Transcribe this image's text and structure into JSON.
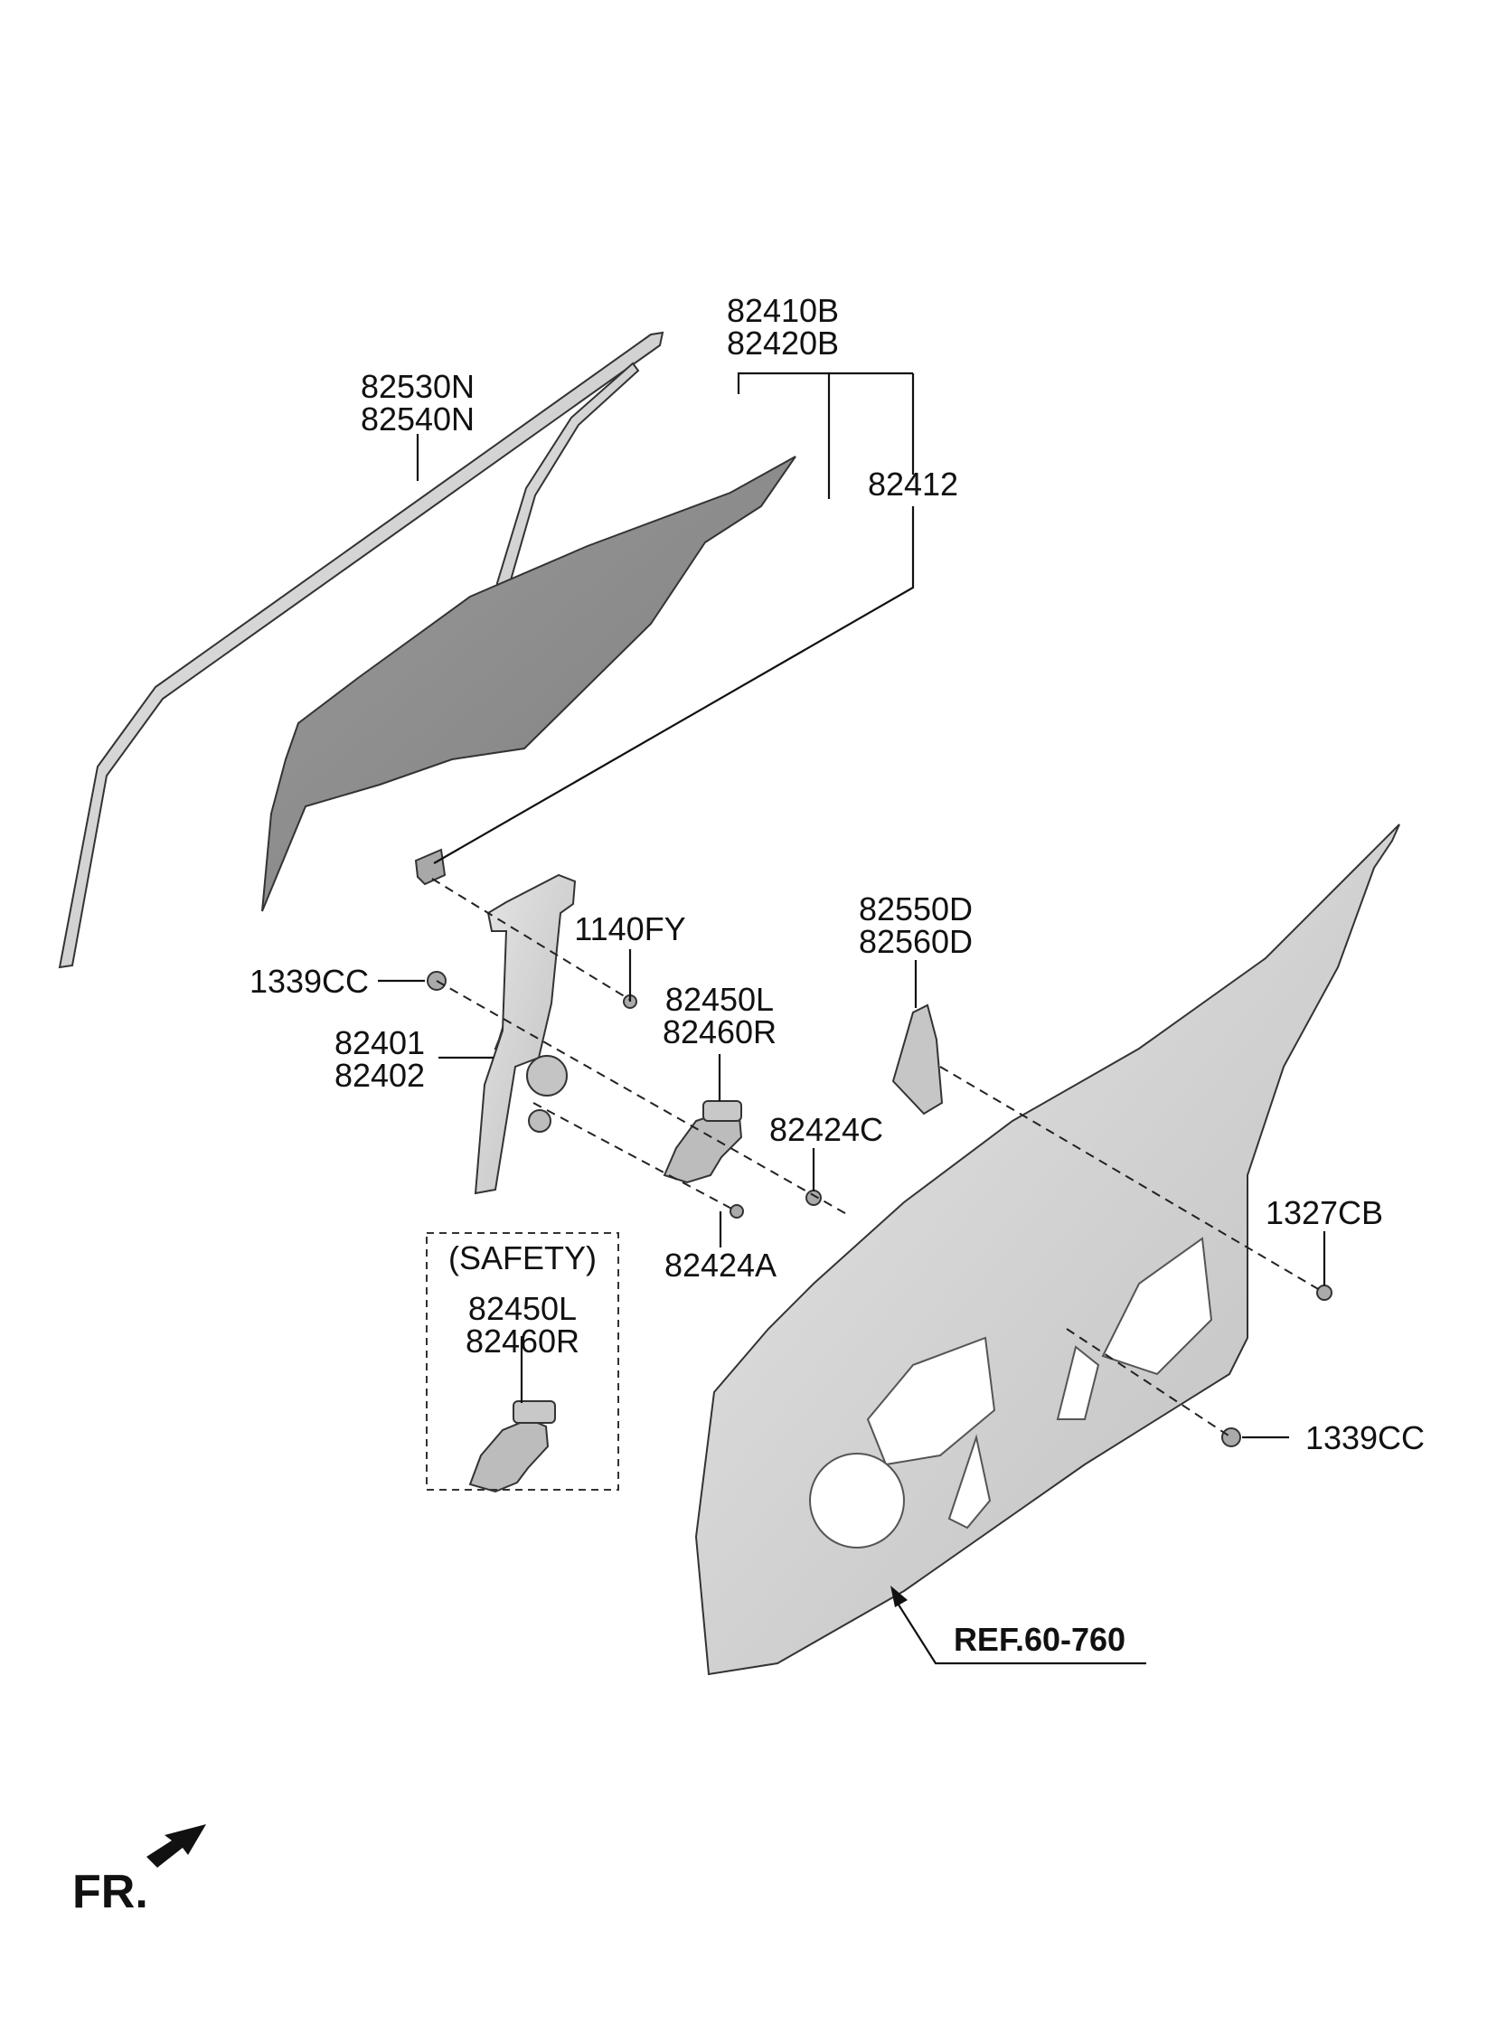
{
  "labels": {
    "glass_upper": "82410B",
    "glass_lower": "82420B",
    "glass_sub": "82412",
    "channel_upper": "82530N",
    "channel_lower": "82540N",
    "bolt_1140": "1140FY",
    "grommet_left": "1339CC",
    "regulator_upper": "82401",
    "regulator_lower": "82402",
    "motor_upper": "82450L",
    "motor_lower": "82460R",
    "bolt_c": "82424C",
    "bolt_a": "82424A",
    "safety_title": "(SAFETY)",
    "safety_motor_upper": "82450L",
    "safety_motor_lower": "82460R",
    "guide_upper": "82550D",
    "guide_lower": "82560D",
    "clip_1327": "1327CB",
    "grommet_right": "1339CC",
    "reference": "REF.60-760",
    "front_marker": "FR."
  },
  "colors": {
    "glass": "#8c8c8c",
    "metal": "#d6d6d6",
    "line": "#111111"
  }
}
